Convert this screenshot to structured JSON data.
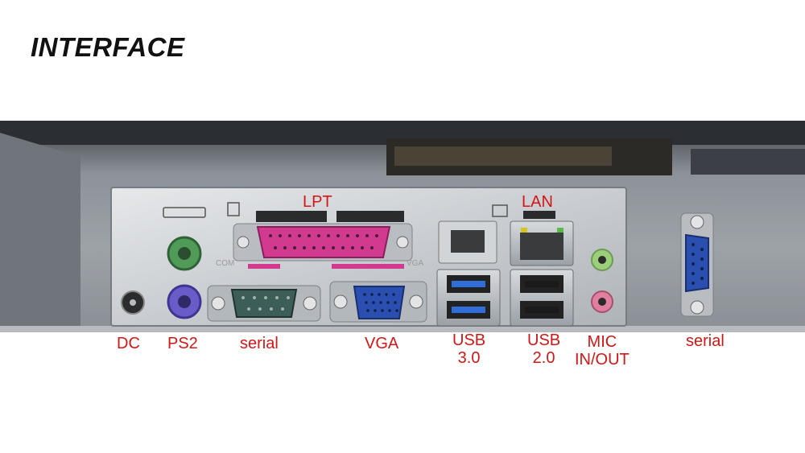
{
  "heading": "INTERFACE",
  "labels": {
    "lpt": "LPT",
    "lan": "LAN",
    "dc": "DC",
    "ps2": "PS2",
    "serial_left": "serial",
    "vga": "VGA",
    "usb3_line1": "USB",
    "usb3_line2": "3.0",
    "usb2_line1": "USB",
    "usb2_line2": "2.0",
    "mic_line1": "MIC",
    "mic_line2": "IN/OUT",
    "serial_right": "serial"
  },
  "panel_markings": {
    "com": "COM",
    "vga": "VGA"
  },
  "colors": {
    "label_red": "#d41616",
    "lpt_pink": "#d13a8f",
    "vga_blue": "#2a4fb0",
    "ps2_green": "#4f9b57",
    "ps2_purple": "#6a5cc8",
    "serial_teal": "#3d5e58",
    "usb3_blue": "#2f6ed8",
    "audio_green": "#9ccf7a",
    "audio_pink": "#e07fa0"
  }
}
